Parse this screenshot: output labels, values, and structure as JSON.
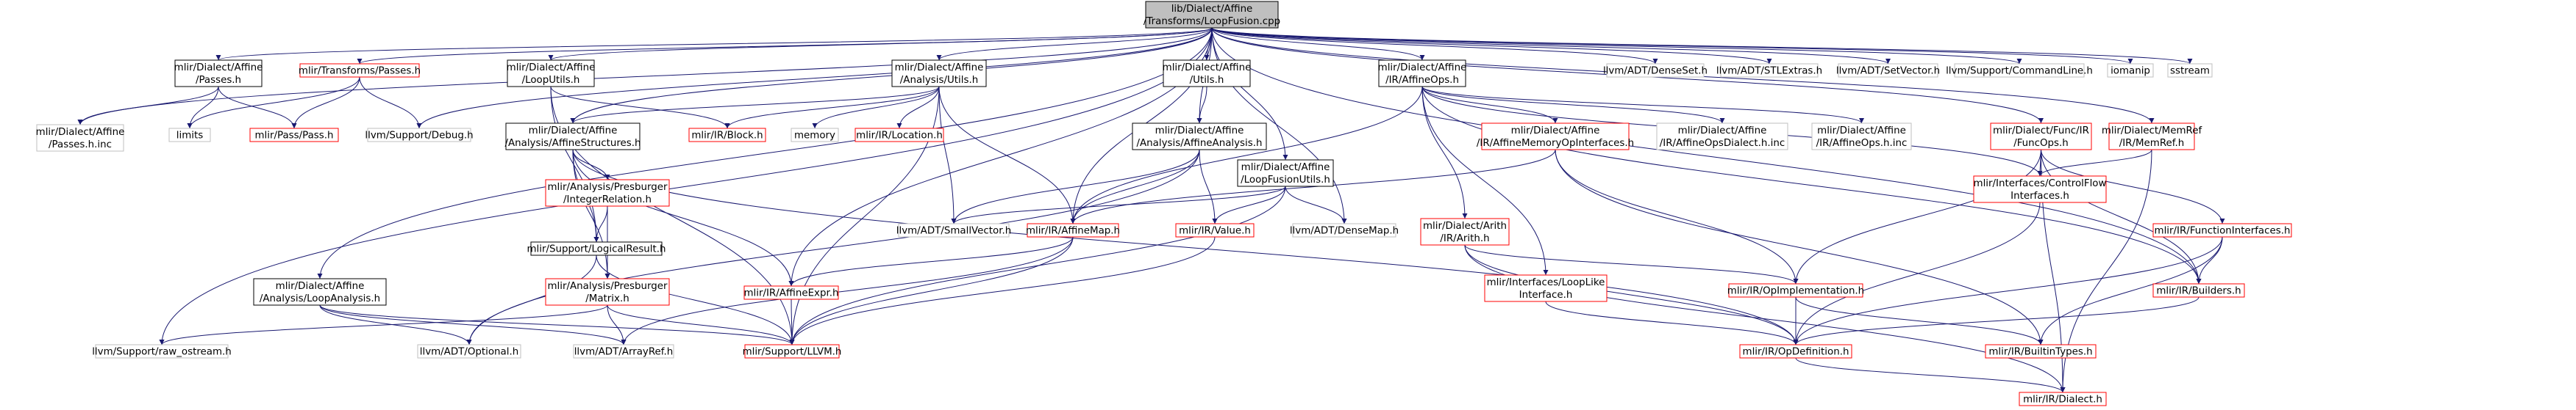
{
  "root_file": "lib/Dialect/Affine/Transforms/LoopFusion.cpp",
  "colors": {
    "root_fill": "#bfbfbf",
    "documented_border": "#000000",
    "undocumented_border": "#ff0000",
    "external_border": "#bfbfbf",
    "edge": "#191970"
  },
  "nodes": [
    {
      "id": "root",
      "lines": [
        "lib/Dialect/Affine",
        "/Transforms/LoopFusion.cpp"
      ],
      "kind": "root"
    },
    {
      "id": "passes",
      "lines": [
        "mlir/Dialect/Affine",
        "/Passes.h"
      ],
      "kind": "doc"
    },
    {
      "id": "transforms_passes",
      "lines": [
        "mlir/Transforms/Passes.h"
      ],
      "kind": "red"
    },
    {
      "id": "looputils",
      "lines": [
        "mlir/Dialect/Affine",
        "/LoopUtils.h"
      ],
      "kind": "doc"
    },
    {
      "id": "analysis_utils",
      "lines": [
        "mlir/Dialect/Affine",
        "/Analysis/Utils.h"
      ],
      "kind": "doc"
    },
    {
      "id": "affine_utils",
      "lines": [
        "mlir/Dialect/Affine",
        "/Utils.h"
      ],
      "kind": "doc"
    },
    {
      "id": "affineops",
      "lines": [
        "mlir/Dialect/Affine",
        "/IR/AffineOps.h"
      ],
      "kind": "doc"
    },
    {
      "id": "densset",
      "lines": [
        "llvm/ADT/DenseSet.h"
      ],
      "kind": "ext"
    },
    {
      "id": "stlextras",
      "lines": [
        "llvm/ADT/STLExtras.h"
      ],
      "kind": "ext"
    },
    {
      "id": "setvector",
      "lines": [
        "llvm/ADT/SetVector.h"
      ],
      "kind": "ext"
    },
    {
      "id": "commandline",
      "lines": [
        "llvm/Support/CommandLine.h"
      ],
      "kind": "ext"
    },
    {
      "id": "iomanip",
      "lines": [
        "iomanip"
      ],
      "kind": "ext"
    },
    {
      "id": "sstream",
      "lines": [
        "sstream"
      ],
      "kind": "ext"
    },
    {
      "id": "passes_inc",
      "lines": [
        "mlir/Dialect/Affine",
        "/Passes.h.inc"
      ],
      "kind": "ext"
    },
    {
      "id": "limits",
      "lines": [
        "limits"
      ],
      "kind": "ext"
    },
    {
      "id": "pass_h",
      "lines": [
        "mlir/Pass/Pass.h"
      ],
      "kind": "red"
    },
    {
      "id": "debug_h",
      "lines": [
        "llvm/Support/Debug.h"
      ],
      "kind": "ext"
    },
    {
      "id": "affine_structures",
      "lines": [
        "mlir/Dialect/Affine",
        "/Analysis/AffineStructures.h"
      ],
      "kind": "doc"
    },
    {
      "id": "block_h",
      "lines": [
        "mlir/IR/Block.h"
      ],
      "kind": "red"
    },
    {
      "id": "memory",
      "lines": [
        "memory"
      ],
      "kind": "ext"
    },
    {
      "id": "location_h",
      "lines": [
        "mlir/IR/Location.h"
      ],
      "kind": "red"
    },
    {
      "id": "affine_analysis",
      "lines": [
        "mlir/Dialect/Affine",
        "/Analysis/AffineAnalysis.h"
      ],
      "kind": "doc"
    },
    {
      "id": "loopfusionutils",
      "lines": [
        "mlir/Dialect/Affine",
        "/LoopFusionUtils.h"
      ],
      "kind": "doc"
    },
    {
      "id": "mem_op_interfaces",
      "lines": [
        "mlir/Dialect/Affine",
        "/IR/AffineMemoryOpInterfaces.h"
      ],
      "kind": "red"
    },
    {
      "id": "affineopsdialect_inc",
      "lines": [
        "mlir/Dialect/Affine",
        "/IR/AffineOpsDialect.h.inc"
      ],
      "kind": "ext"
    },
    {
      "id": "affineops_inc",
      "lines": [
        "mlir/Dialect/Affine",
        "/IR/AffineOps.h.inc"
      ],
      "kind": "ext"
    },
    {
      "id": "funcops",
      "lines": [
        "mlir/Dialect/Func/IR",
        "/FuncOps.h"
      ],
      "kind": "red"
    },
    {
      "id": "memref",
      "lines": [
        "mlir/Dialect/MemRef",
        "/IR/MemRef.h"
      ],
      "kind": "red"
    },
    {
      "id": "presburger_rel",
      "lines": [
        "mlir/Analysis/Presburger",
        "/IntegerRelation.h"
      ],
      "kind": "red"
    },
    {
      "id": "smallvector",
      "lines": [
        "llvm/ADT/SmallVector.h"
      ],
      "kind": "ext"
    },
    {
      "id": "affinemap",
      "lines": [
        "mlir/IR/AffineMap.h"
      ],
      "kind": "red"
    },
    {
      "id": "value_h",
      "lines": [
        "mlir/IR/Value.h"
      ],
      "kind": "red"
    },
    {
      "id": "densemap",
      "lines": [
        "llvm/ADT/DenseMap.h"
      ],
      "kind": "ext"
    },
    {
      "id": "arith",
      "lines": [
        "mlir/Dialect/Arith",
        "/IR/Arith.h"
      ],
      "kind": "red"
    },
    {
      "id": "controlflow",
      "lines": [
        "mlir/Interfaces/ControlFlow",
        "Interfaces.h"
      ],
      "kind": "red"
    },
    {
      "id": "functioninterfaces",
      "lines": [
        "mlir/IR/FunctionInterfaces.h"
      ],
      "kind": "red"
    },
    {
      "id": "loopanalysis",
      "lines": [
        "mlir/Dialect/Affine",
        "/Analysis/LoopAnalysis.h"
      ],
      "kind": "doc"
    },
    {
      "id": "logicalresult",
      "lines": [
        "mlir/Support/LogicalResult.h"
      ],
      "kind": "doc"
    },
    {
      "id": "matrix",
      "lines": [
        "mlir/Analysis/Presburger",
        "/Matrix.h"
      ],
      "kind": "red"
    },
    {
      "id": "affineexpr",
      "lines": [
        "mlir/IR/AffineExpr.h"
      ],
      "kind": "red"
    },
    {
      "id": "looplike",
      "lines": [
        "mlir/Interfaces/LoopLike",
        "Interface.h"
      ],
      "kind": "red"
    },
    {
      "id": "opimpl",
      "lines": [
        "mlir/IR/OpImplementation.h"
      ],
      "kind": "red"
    },
    {
      "id": "builders",
      "lines": [
        "mlir/IR/Builders.h"
      ],
      "kind": "red"
    },
    {
      "id": "raw_ostream",
      "lines": [
        "llvm/Support/raw_ostream.h"
      ],
      "kind": "ext"
    },
    {
      "id": "optional",
      "lines": [
        "llvm/ADT/Optional.h"
      ],
      "kind": "ext"
    },
    {
      "id": "arrayref",
      "lines": [
        "llvm/ADT/ArrayRef.h"
      ],
      "kind": "ext"
    },
    {
      "id": "llvm_h",
      "lines": [
        "mlir/Support/LLVM.h"
      ],
      "kind": "red"
    },
    {
      "id": "opdefinition",
      "lines": [
        "mlir/IR/OpDefinition.h"
      ],
      "kind": "red"
    },
    {
      "id": "builtintypes",
      "lines": [
        "mlir/IR/BuiltinTypes.h"
      ],
      "kind": "red"
    },
    {
      "id": "dialect_h",
      "lines": [
        "mlir/IR/Dialect.h"
      ],
      "kind": "red"
    }
  ],
  "edges": [
    [
      "root",
      "passes"
    ],
    [
      "root",
      "transforms_passes"
    ],
    [
      "root",
      "looputils"
    ],
    [
      "root",
      "analysis_utils"
    ],
    [
      "root",
      "affine_utils"
    ],
    [
      "root",
      "affineops"
    ],
    [
      "root",
      "densset"
    ],
    [
      "root",
      "stlextras"
    ],
    [
      "root",
      "setvector"
    ],
    [
      "root",
      "commandline"
    ],
    [
      "root",
      "iomanip"
    ],
    [
      "root",
      "sstream"
    ],
    [
      "root",
      "passes_inc"
    ],
    [
      "root",
      "debug_h"
    ],
    [
      "root",
      "affine_analysis"
    ],
    [
      "root",
      "loopfusionutils"
    ],
    [
      "root",
      "loopanalysis"
    ],
    [
      "root",
      "raw_ostream"
    ],
    [
      "root",
      "affinemap"
    ],
    [
      "root",
      "densemap"
    ],
    [
      "root",
      "builders"
    ],
    [
      "root",
      "memref"
    ],
    [
      "root",
      "funcops"
    ],
    [
      "root",
      "affineexpr"
    ],
    [
      "root",
      "affine_structures"
    ],
    [
      "passes",
      "passes_inc"
    ],
    [
      "passes",
      "limits"
    ],
    [
      "passes",
      "pass_h"
    ],
    [
      "transforms_passes",
      "limits"
    ],
    [
      "transforms_passes",
      "pass_h"
    ],
    [
      "transforms_passes",
      "debug_h"
    ],
    [
      "looputils",
      "block_h"
    ],
    [
      "looputils",
      "logicalresult"
    ],
    [
      "looputils",
      "llvm_h"
    ],
    [
      "analysis_utils",
      "affine_structures"
    ],
    [
      "analysis_utils",
      "block_h"
    ],
    [
      "analysis_utils",
      "memory"
    ],
    [
      "analysis_utils",
      "location_h"
    ],
    [
      "analysis_utils",
      "smallvector"
    ],
    [
      "analysis_utils",
      "affinemap"
    ],
    [
      "analysis_utils",
      "llvm_h"
    ],
    [
      "affine_utils",
      "affine_analysis"
    ],
    [
      "affine_analysis",
      "affinemap"
    ],
    [
      "affine_analysis",
      "value_h"
    ],
    [
      "affine_analysis",
      "smallvector"
    ],
    [
      "affine_analysis",
      "optional"
    ],
    [
      "loopfusionutils",
      "value_h"
    ],
    [
      "loopfusionutils",
      "densemap"
    ],
    [
      "loopfusionutils",
      "smallvector"
    ],
    [
      "loopfusionutils",
      "llvm_h"
    ],
    [
      "affineops",
      "mem_op_interfaces"
    ],
    [
      "affineops",
      "affineopsdialect_inc"
    ],
    [
      "affineops",
      "affineops_inc"
    ],
    [
      "affineops",
      "arith"
    ],
    [
      "affineops",
      "looplike"
    ],
    [
      "affineops",
      "controlflow"
    ],
    [
      "affineops",
      "builders"
    ],
    [
      "affineops",
      "affinemap"
    ],
    [
      "affine_structures",
      "presburger_rel"
    ],
    [
      "affine_structures",
      "matrix"
    ],
    [
      "affine_structures",
      "logicalresult"
    ],
    [
      "affine_structures",
      "affineexpr"
    ],
    [
      "affine_structures",
      "opdefinition"
    ],
    [
      "presburger_rel",
      "matrix"
    ],
    [
      "presburger_rel",
      "logicalresult"
    ],
    [
      "matrix",
      "llvm_h"
    ],
    [
      "matrix",
      "arrayref"
    ],
    [
      "matrix",
      "raw_ostream"
    ],
    [
      "mem_op_interfaces",
      "affinemap"
    ],
    [
      "mem_op_interfaces",
      "opimpl"
    ],
    [
      "mem_op_interfaces",
      "builtintypes"
    ],
    [
      "funcops",
      "controlflow"
    ],
    [
      "funcops",
      "functioninterfaces"
    ],
    [
      "funcops",
      "builders"
    ],
    [
      "funcops",
      "opimpl"
    ],
    [
      "funcops",
      "dialect_h"
    ],
    [
      "memref",
      "controlflow"
    ],
    [
      "memref",
      "dialect_h"
    ],
    [
      "affinemap",
      "affineexpr"
    ],
    [
      "affinemap",
      "llvm_h"
    ],
    [
      "affinemap",
      "arrayref"
    ],
    [
      "value_h",
      "llvm_h"
    ],
    [
      "arith",
      "opimpl"
    ],
    [
      "arith",
      "opdefinition"
    ],
    [
      "arith",
      "dialect_h"
    ],
    [
      "controlflow",
      "opdefinition"
    ],
    [
      "functioninterfaces",
      "builders"
    ],
    [
      "functioninterfaces",
      "opdefinition"
    ],
    [
      "functioninterfaces",
      "builtintypes"
    ],
    [
      "loopanalysis",
      "optional"
    ],
    [
      "loopanalysis",
      "arrayref"
    ],
    [
      "loopanalysis",
      "llvm_h"
    ],
    [
      "logicalresult",
      "optional"
    ],
    [
      "logicalresult",
      "llvm_h"
    ],
    [
      "affineexpr",
      "llvm_h"
    ],
    [
      "looplike",
      "opdefinition"
    ],
    [
      "opimpl",
      "opdefinition"
    ],
    [
      "opimpl",
      "builtintypes"
    ],
    [
      "builders",
      "opdefinition"
    ],
    [
      "opdefinition",
      "dialect_h"
    ]
  ]
}
